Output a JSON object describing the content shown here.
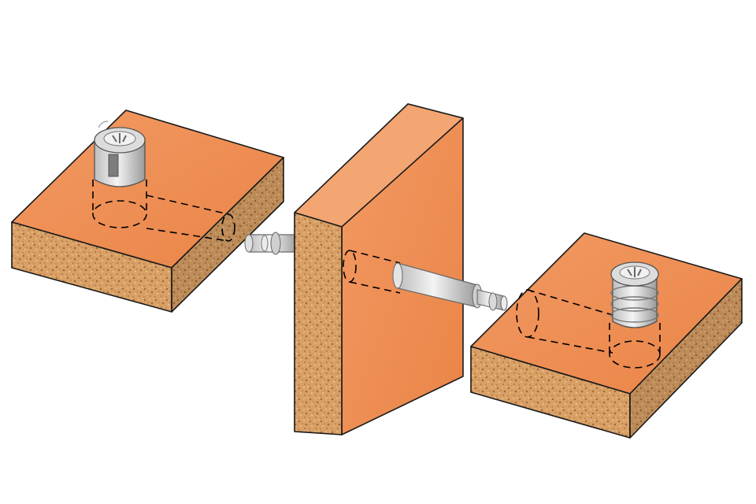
{
  "colors": {
    "background": "#ffffff",
    "wood_top": "#ee8a52",
    "wood_top_light": "#f29a63",
    "wood_face": "#e57a3f",
    "chipboard": "#d9a066",
    "chipboard_dark": "#a06a3a",
    "chipboard_light": "#f0c48c",
    "outline": "#1a1a1a",
    "metal": "#e6e6e6",
    "metal_shade": "#9a9a9a",
    "dashed": "#000000"
  },
  "diagram": {
    "components": [
      "left-panel",
      "cam-lock-fitting-left",
      "connecting-dowel-left",
      "center-panel",
      "connecting-bolt-right",
      "right-panel",
      "cam-lock-fitting-right"
    ]
  }
}
